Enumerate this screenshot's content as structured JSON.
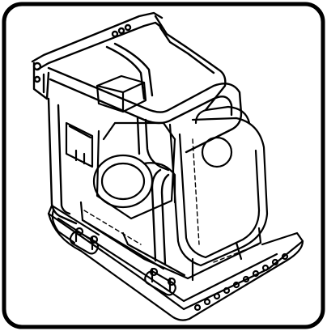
{
  "figure": {
    "subject": "plate-compactor",
    "icon": "plate-compactor-line-drawing",
    "frame_style": "rounded-square-border",
    "colors": {
      "stroke": "#000000",
      "background": "#ffffff"
    }
  }
}
